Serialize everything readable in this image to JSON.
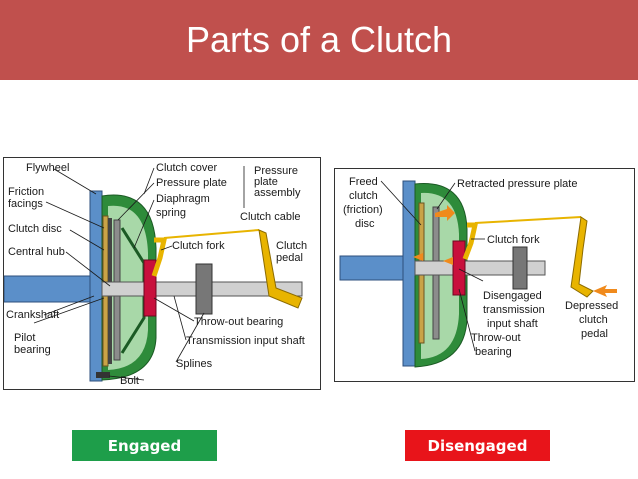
{
  "title": "Parts of a Clutch",
  "engaged": {
    "status": "Engaged",
    "labels": {
      "flywheel": "Flywheel",
      "friction_facings_1": "Friction",
      "friction_facings_2": "facings",
      "clutch_disc": "Clutch disc",
      "central_hub": "Central hub",
      "crankshaft": "Crankshaft",
      "pilot_bearing_1": "Pilot",
      "pilot_bearing_2": "bearing",
      "bolt": "Bolt",
      "clutch_cover": "Clutch cover",
      "pressure_plate": "Pressure plate",
      "diaphragm_spring_1": "Diaphragm",
      "diaphragm_spring_2": "spring",
      "pressure_plate_assembly_1": "Pressure",
      "pressure_plate_assembly_2": "plate",
      "pressure_plate_assembly_3": "assembly",
      "clutch_cable": "Clutch cable",
      "clutch_fork": "Clutch fork",
      "clutch_pedal_1": "Clutch",
      "clutch_pedal_2": "pedal",
      "throw_out_bearing": "Throw-out bearing",
      "transmission_input_shaft": "Transmission input shaft",
      "splines": "Splines"
    }
  },
  "disengaged": {
    "status": "Disengaged",
    "labels": {
      "freed_clutch_1": "Freed",
      "freed_clutch_2": "clutch",
      "freed_clutch_3": "(friction)",
      "freed_clutch_4": "disc",
      "retracted_pressure_plate": "Retracted pressure plate",
      "clutch_fork": "Clutch fork",
      "disengaged_shaft_1": "Disengaged",
      "disengaged_shaft_2": "transmission",
      "disengaged_shaft_3": "input shaft",
      "throw_out_bearing_1": "Throw-out",
      "throw_out_bearing_2": "bearing",
      "depressed_pedal_1": "Depressed",
      "depressed_pedal_2": "clutch",
      "depressed_pedal_3": "pedal"
    }
  },
  "colors": {
    "title_bar": "#c0504d",
    "engaged_badge": "#1e9e4a",
    "disengaged_badge": "#e8141a",
    "flywheel_blue": "#5b8fc9",
    "housing_green": "#2e8b3a",
    "pedal_yellow": "#e8b400",
    "throwout_red": "#c8103c",
    "arrow_orange": "#f08a1c"
  }
}
